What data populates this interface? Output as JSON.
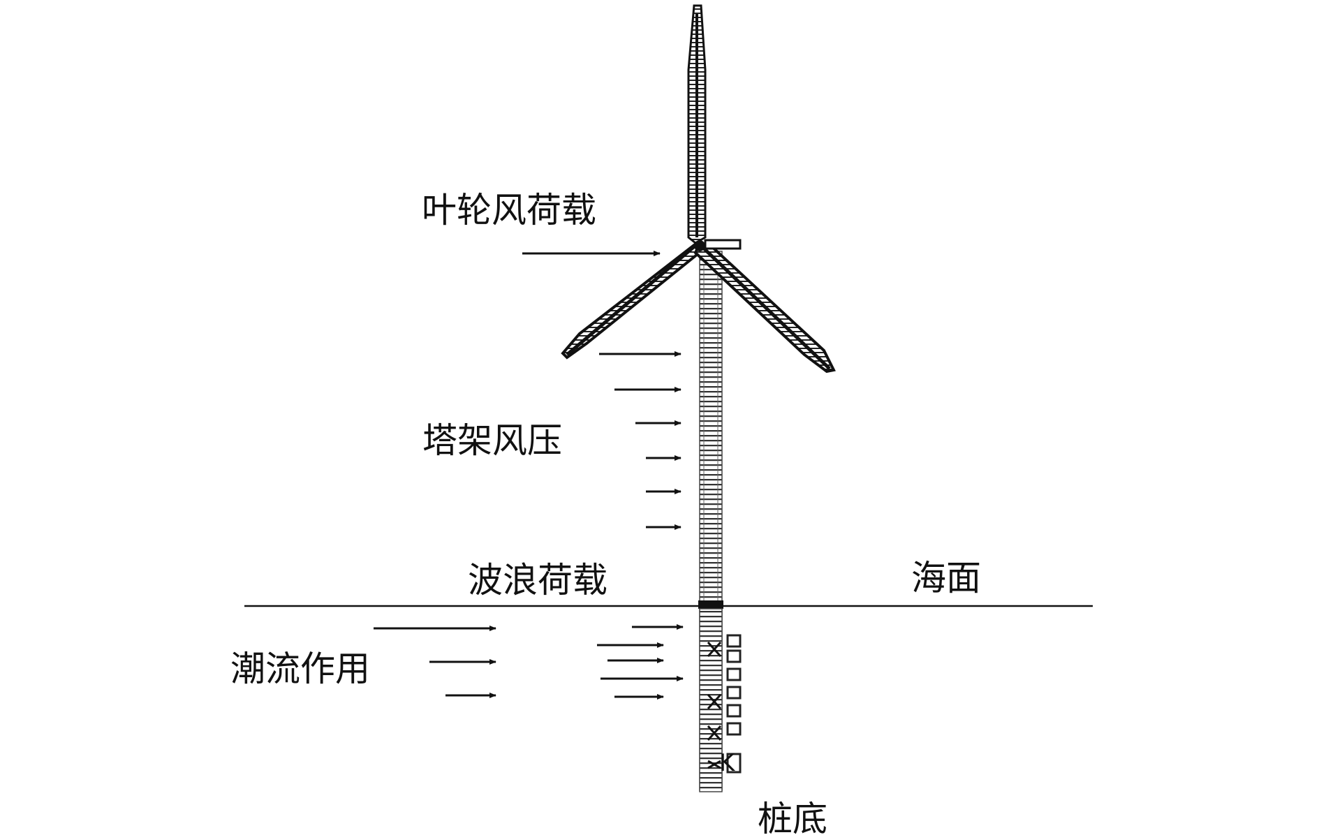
{
  "labels": {
    "rotor_wind_load": "叶轮风荷载",
    "tower_wind_pressure": "塔架风压",
    "wave_load": "波浪荷载",
    "sea_surface": "海面",
    "tidal_current_action": "潮流作用",
    "pile_bottom": "桩底"
  },
  "colors": {
    "ink": "#111111",
    "tower_gray": "#888888",
    "hatch": "#555555"
  }
}
